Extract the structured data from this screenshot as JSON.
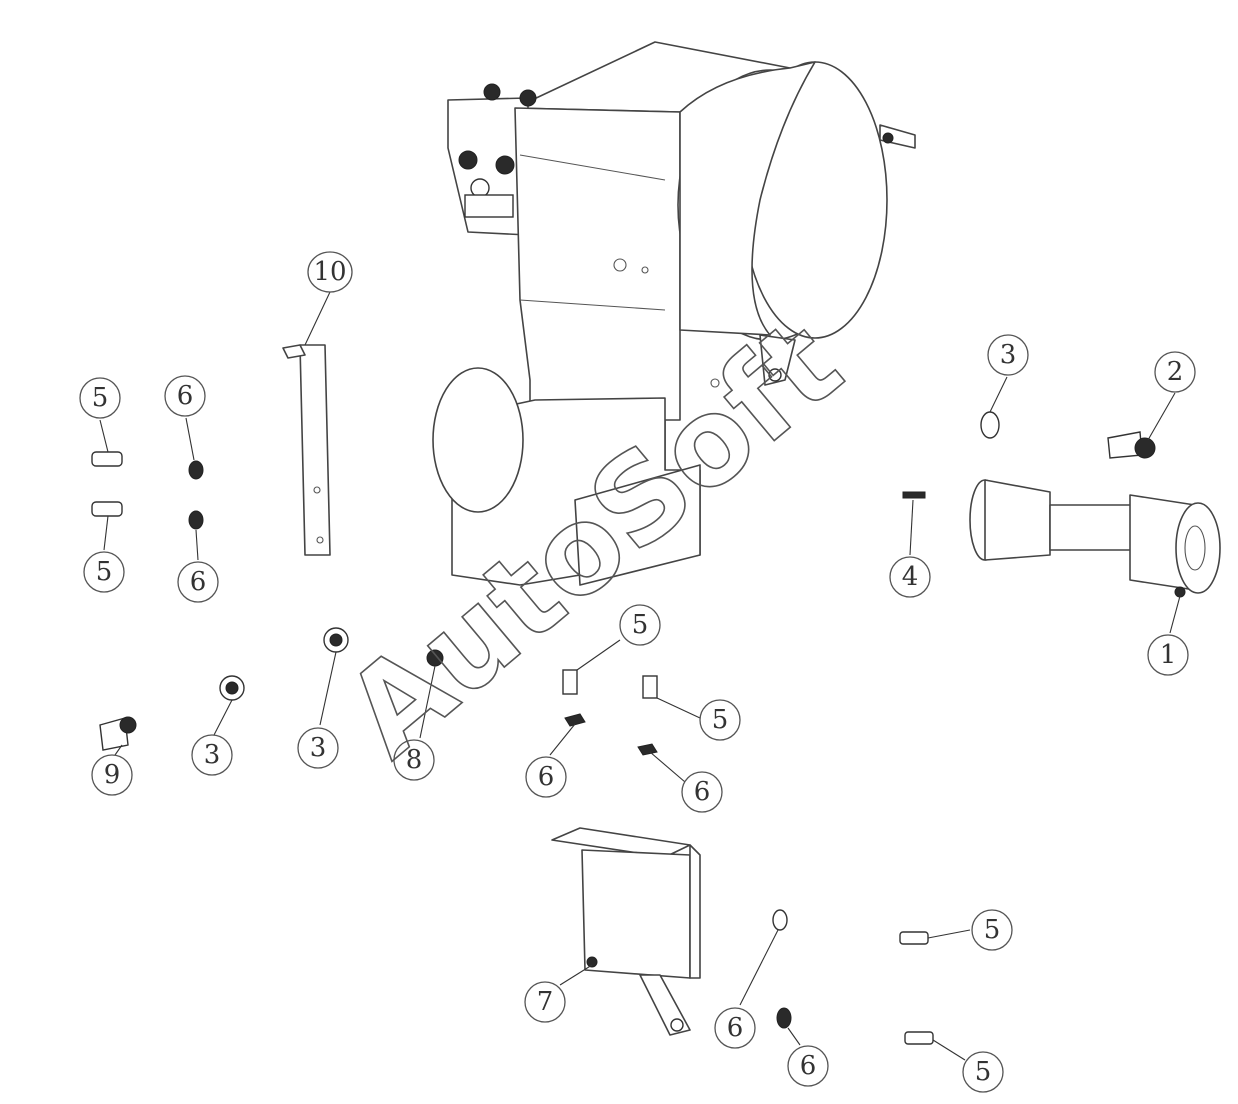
{
  "watermark": "AutoSoft",
  "callouts": [
    {
      "id": "c1",
      "label": "1"
    },
    {
      "id": "c2",
      "label": "2"
    },
    {
      "id": "c3a",
      "label": "3"
    },
    {
      "id": "c3b",
      "label": "3"
    },
    {
      "id": "c3c",
      "label": "3"
    },
    {
      "id": "c4",
      "label": "4"
    },
    {
      "id": "c5a",
      "label": "5"
    },
    {
      "id": "c5b",
      "label": "5"
    },
    {
      "id": "c5c",
      "label": "5"
    },
    {
      "id": "c5d",
      "label": "5"
    },
    {
      "id": "c5e",
      "label": "5"
    },
    {
      "id": "c5f",
      "label": "5"
    },
    {
      "id": "c6a",
      "label": "6"
    },
    {
      "id": "c6b",
      "label": "6"
    },
    {
      "id": "c6c",
      "label": "6"
    },
    {
      "id": "c6d",
      "label": "6"
    },
    {
      "id": "c6e",
      "label": "6"
    },
    {
      "id": "c6f",
      "label": "6"
    },
    {
      "id": "c7",
      "label": "7"
    },
    {
      "id": "c8",
      "label": "8"
    },
    {
      "id": "c9",
      "label": "9"
    },
    {
      "id": "c10",
      "label": "10"
    }
  ]
}
